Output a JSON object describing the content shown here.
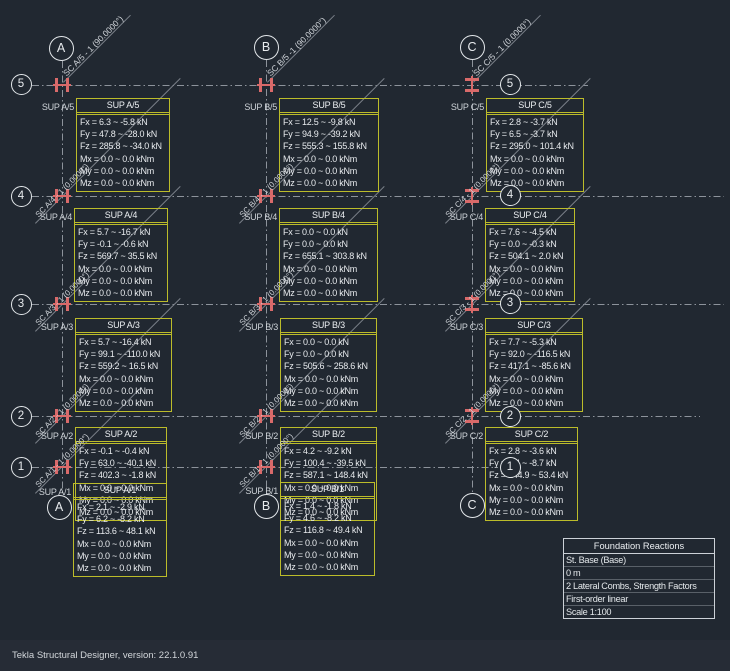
{
  "colors": {
    "background": "#212831",
    "status_bar_background": "#262c36",
    "table_border": "#bcbc2a",
    "support_marker": "#d96a6a",
    "grid_line": "#8d939b",
    "text": "#e8ebee"
  },
  "status_bar": {
    "text": "Tekla Structural Designer, version: 22.1.0.91"
  },
  "info_box": {
    "title": "Foundation Reactions",
    "rows": [
      "St. Base (Base)",
      "0 m",
      "2 Lateral Combs, Strength Factors",
      "First-order linear",
      "Scale 1:100"
    ]
  },
  "grid": {
    "column_labels": [
      "A",
      "B",
      "C"
    ],
    "row_labels": [
      "5",
      "4",
      "3",
      "2",
      "1"
    ]
  },
  "supports": [
    {
      "id": "A/5",
      "left_label": "SUP A/5",
      "title": "SUP A/5",
      "section_label": "SC A/5 - 1 (90.0000°)",
      "lines": [
        "Fx = 6.3 ~ -5.8 kN",
        "Fy = 47.8 ~ -28.0 kN",
        "Fz = 285.8 ~ -34.0 kN",
        "Mx = 0.0 ~ 0.0 kNm",
        "My = 0.0 ~ 0.0 kNm",
        "Mz = 0.0 ~ 0.0 kNm"
      ]
    },
    {
      "id": "B/5",
      "left_label": "SUP B/5",
      "title": "SUP B/5",
      "section_label": "SC B/5 -1 (90.0000°)",
      "lines": [
        "Fx = 12.5 ~ -9.8 kN",
        "Fy = 94.9 ~ -39.2 kN",
        "Fz = 555.3 ~ 155.8 kN",
        "Mx = 0.0 ~ 0.0 kNm",
        "My = 0.0 ~ 0.0 kNm",
        "Mz = 0.0 ~ 0.0 kNm"
      ]
    },
    {
      "id": "C/5",
      "left_label": "SUP C/5",
      "title": "SUP C/5",
      "section_label": "SC C/5 - 1 (0.0000°)",
      "lines": [
        "Fx = 2.8 ~ -3.7 kN",
        "Fy = 6.5 ~ -3.7 kN",
        "Fz = 295.0 ~ 101.4 kN",
        "Mx = 0.0 ~ 0.0 kNm",
        "My = 0.0 ~ 0.0 kNm",
        "Mz = 0.0 ~ 0.0 kNm"
      ]
    },
    {
      "id": "A/4",
      "left_label": "SUP A/4",
      "title": "SUP A/4",
      "section_label": "SC A/4 - 1 (0.0000°)",
      "lines": [
        "Fx = 5.7 ~ -16.7 kN",
        "Fy = -0.1 ~ -0.6 kN",
        "Fz = 569.7 ~ 35.5 kN",
        "Mx = 0.0 ~ 0.0 kNm",
        "My = 0.0 ~ 0.0 kNm",
        "Mz = 0.0 ~ 0.0 kNm"
      ]
    },
    {
      "id": "B/4",
      "left_label": "SUP B/4",
      "title": "SUP B/4",
      "section_label": "SC B/4 - 1 (0.0000°)",
      "lines": [
        "Fx = 0.0 ~ 0.0 kN",
        "Fy = 0.0 ~ 0.0 kN",
        "Fz = 655.1 ~ 303.8 kN",
        "Mx = 0.0 ~ 0.0 kNm",
        "My = 0.0 ~ 0.0 kNm",
        "Mz = 0.0 ~ 0.0 kNm"
      ]
    },
    {
      "id": "C/4",
      "left_label": "SUP C/4",
      "title": "SUP C/4",
      "section_label": "SC C/4 - 1 (0.0000°)",
      "lines": [
        "Fx = 7.6 ~ -4.5 kN",
        "Fy = 0.0 ~ -0.3 kN",
        "Fz = 504.1 ~ 2.0 kN",
        "Mx = 0.0 ~ 0.0 kNm",
        "My = 0.0 ~ 0.0 kNm",
        "Mz = 0.0 ~ 0.0 kNm"
      ]
    },
    {
      "id": "A/3",
      "left_label": "SUP A/3",
      "title": "SUP A/3",
      "section_label": "SC A/3 - 1 (0.0000°)",
      "lines": [
        "Fx = 5.7 ~ -16.4 kN",
        "Fy = 99.1 ~ -110.0 kN",
        "Fz = 559.2 ~ 16.5 kN",
        "Mx = 0.0 ~ 0.0 kNm",
        "My = 0.0 ~ 0.0 kNm",
        "Mz = 0.0 ~ 0.0 kNm"
      ]
    },
    {
      "id": "B/3",
      "left_label": "SUP B/3",
      "title": "SUP B/3",
      "section_label": "SC B/3 - 1 (0.0000°)",
      "lines": [
        "Fx = 0.0 ~ 0.0 kN",
        "Fy = 0.0 ~ 0.0 kN",
        "Fz = 505.6 ~ 258.6 kN",
        "Mx = 0.0 ~ 0.0 kNm",
        "My = 0.0 ~ 0.0 kNm",
        "Mz = 0.0 ~ 0.0 kNm"
      ]
    },
    {
      "id": "C/3",
      "left_label": "SUP C/3",
      "title": "SUP C/3",
      "section_label": "SC C/3 - 1 (0.0000°)",
      "lines": [
        "Fx = 7.7 ~ -5.3 kN",
        "Fy = 92.0 ~ -116.5 kN",
        "Fz = 417.1 ~ -85.6 kN",
        "Mx = 0.0 ~ 0.0 kNm",
        "My = 0.0 ~ 0.0 kNm",
        "Mz = 0.0 ~ 0.0 kNm"
      ]
    },
    {
      "id": "A/2",
      "left_label": "SUP A/2",
      "title": "SUP A/2",
      "section_label": "SC A/2 - 1 (0.0000°)",
      "lines": [
        "Fx = -0.1 ~ -0.4 kN",
        "Fy = 63.0 ~ -40.1 kN",
        "Fz = 402.3 ~ -1.8 kN",
        "Mx = 0.0 ~ 0.0 kNm",
        "My = 0.0 ~ 0.0 kNm",
        "Mz = 0.0 ~ 0.0 kNm"
      ]
    },
    {
      "id": "B/2",
      "left_label": "SUP B/2",
      "title": "SUP B/2",
      "section_label": "SC B/2 - 1 (0.0000°)",
      "lines": [
        "Fx = 4.2 ~ -9.2 kN",
        "Fy = 100.4 ~ -39.5 kN",
        "Fz = 587.1 ~ 148.4 kN",
        "Mx = 0.0 ~ 0.0 kNm",
        "My = 0.0 ~ 0.0 kNm",
        "Mz = 0.0 ~ 0.0 kNm"
      ]
    },
    {
      "id": "C/2",
      "left_label": "SUP C/2",
      "title": "SUP C/2",
      "section_label": "SC C/2 - 1 (0.0000°)",
      "lines": [
        "Fx = 2.8 ~ -3.6 kN",
        "Fy = 4.4 ~ -8.7 kN",
        "Fz = 144.9 ~ 53.4 kN",
        "Mx = 0.0 ~ 0.0 kNm",
        "My = 0.0 ~ 0.0 kNm",
        "Mz = 0.0 ~ 0.0 kNm"
      ]
    },
    {
      "id": "A/1",
      "left_label": "SUP A/1",
      "title": "SUP A/1",
      "section_label": "SC A/1 - 1 (0.0000°)",
      "lines": [
        "Fx = 2.1 ~ -2.9 kN",
        "Fy = 6.2 ~ -8.2 kN",
        "Fz = 113.6 ~ 48.1 kN",
        "Mx = 0.0 ~ 0.0 kNm",
        "My = 0.0 ~ 0.0 kNm",
        "Mz = 0.0 ~ 0.0 kNm"
      ]
    },
    {
      "id": "B/1",
      "left_label": "SUP B/1",
      "title": "SUP B/1",
      "section_label": "SC B/1 - 1 (0.0000°)",
      "lines": [
        "Fx = 1.4 ~ -1.8 kN",
        "Fy = 4.6 ~ -8.2 kN",
        "Fz = 116.8 ~ 49.4 kN",
        "Mx = 0.0 ~ 0.0 kNm",
        "My = 0.0 ~ 0.0 kNm",
        "Mz = 0.0 ~ 0.0 kNm"
      ]
    }
  ]
}
